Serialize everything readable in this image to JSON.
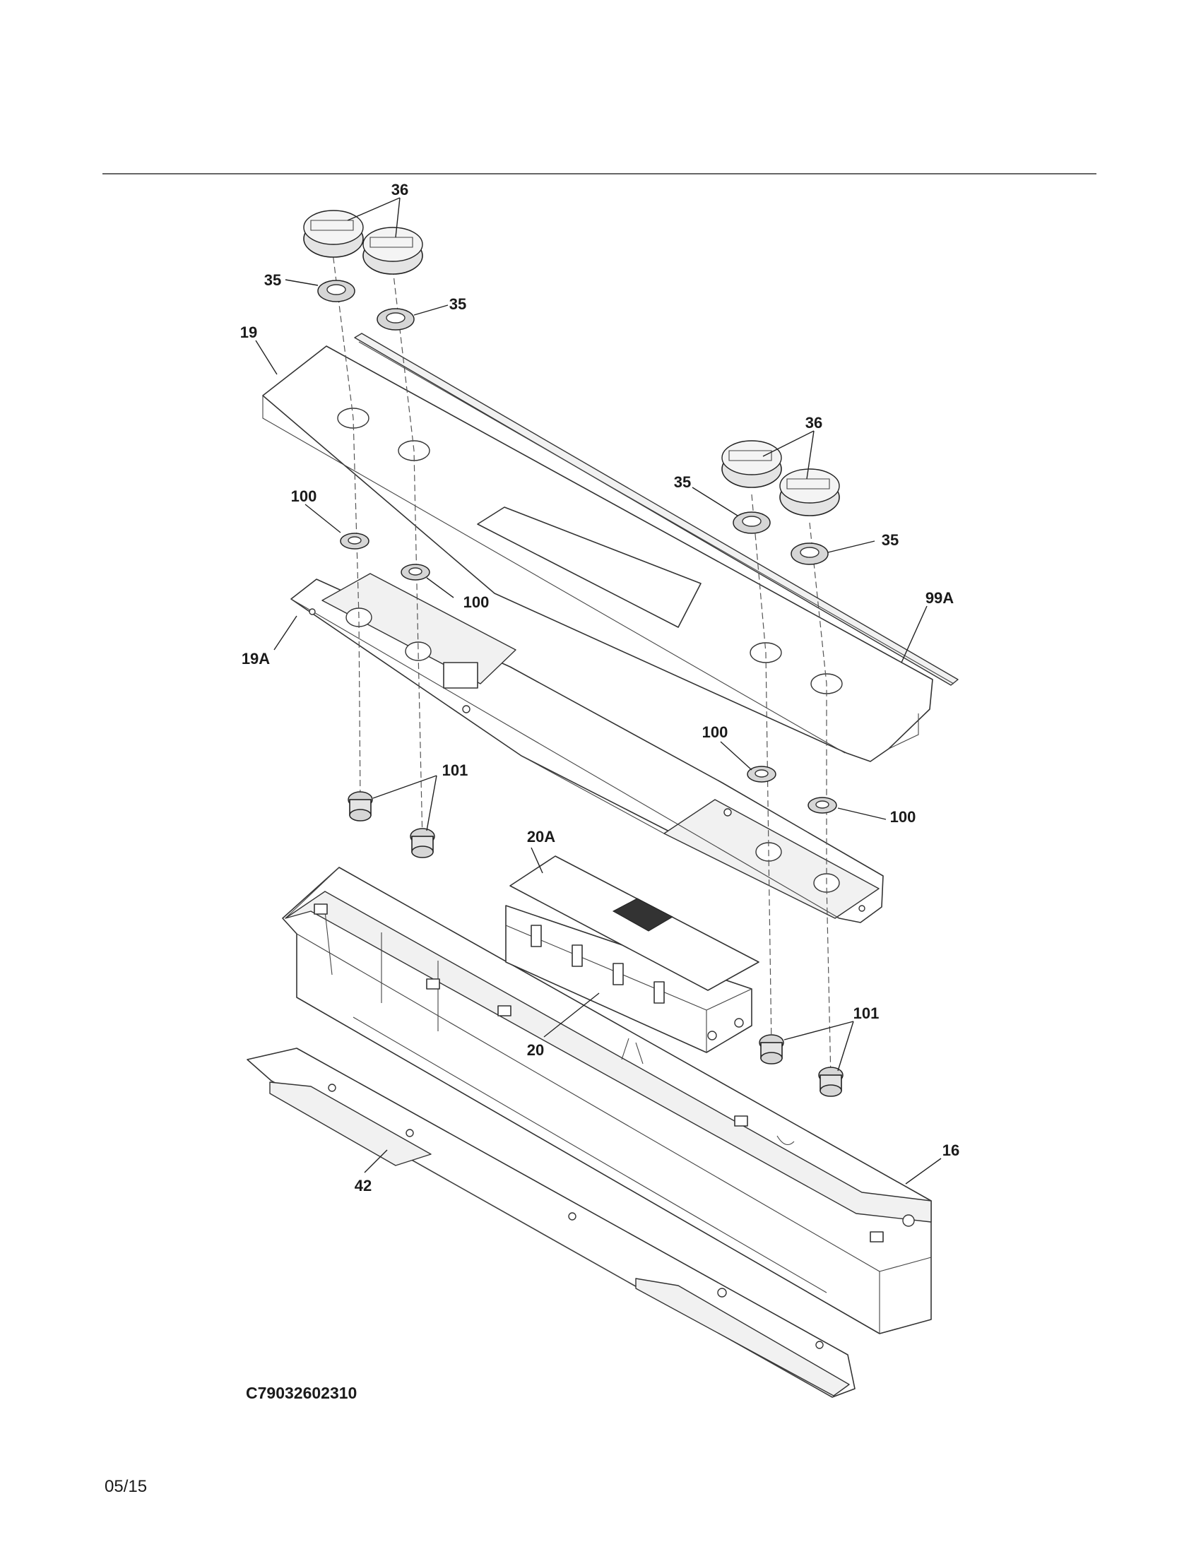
{
  "diagram": {
    "callouts": {
      "c36a": "36",
      "c35a": "35",
      "c35b": "35",
      "c19": "19",
      "c36b": "36",
      "c35c": "35",
      "c35d": "35",
      "c100a": "100",
      "c100b": "100",
      "c99a": "99A",
      "c19a": "19A",
      "c100c": "100",
      "c101a": "101",
      "c100d": "100",
      "c20a": "20A",
      "c101b": "101",
      "c20": "20",
      "c16": "16",
      "c42": "42"
    },
    "drawing_code": "C79032602310",
    "date_code": "05/15"
  }
}
